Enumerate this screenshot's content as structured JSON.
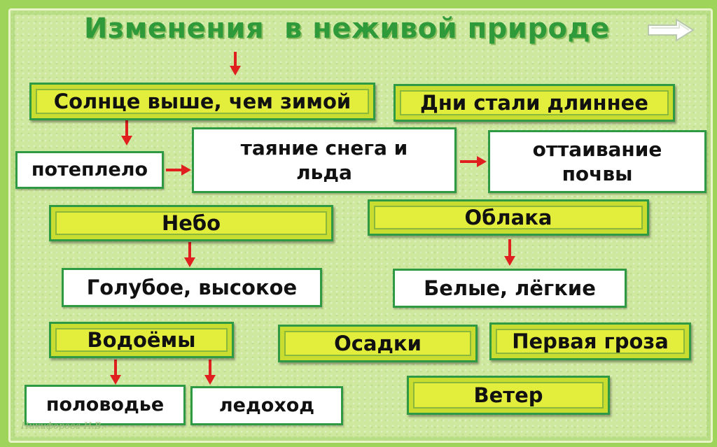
{
  "title": "Изменения  в неживой природе",
  "boxes": {
    "sun_higher": "Солнце выше, чем зимой",
    "days_longer": "Дни стали длиннее",
    "warmer": "потеплело",
    "snow_melting": "таяние снега и льда",
    "soil_thawing": "оттаивание почвы",
    "sky": "Небо",
    "clouds": "Облака",
    "sky_desc": "Голубое, высокое",
    "clouds_desc": "Белые, лёгкие",
    "water_bodies": "Водоёмы",
    "precipitation": "Осадки",
    "first_thunderstorm": "Первая гроза",
    "flood": "половодье",
    "ice_drift": "ледоход",
    "wind": "Ветер"
  },
  "signature": "Никифорова Н.В.",
  "colors": {
    "background": "#cfe8a0",
    "yellow_box": "#e3ee3c",
    "border_green": "#2f9a44",
    "arrow_red": "#e0201e",
    "title_green": "#2e9a3a"
  },
  "icons": [
    "next-arrow-icon"
  ]
}
